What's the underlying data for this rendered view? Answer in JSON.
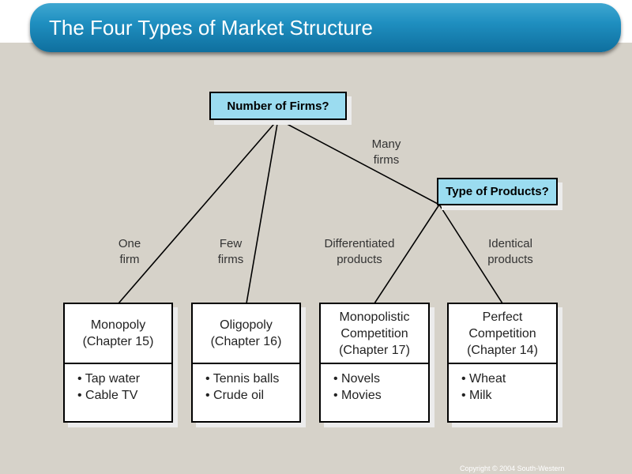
{
  "title": "The Four Types of Market Structure",
  "question_firms": "Number of Firms?",
  "question_products": "Type of Products?",
  "branches": {
    "many_firms": [
      "Many",
      "firms"
    ],
    "one_firm": [
      "One",
      "firm"
    ],
    "few_firms": [
      "Few",
      "firms"
    ],
    "differentiated": [
      "Differentiated",
      "products"
    ],
    "identical": [
      "Identical",
      "products"
    ]
  },
  "markets": [
    {
      "name_lines": [
        "Monopoly",
        "(Chapter 15)"
      ],
      "examples": [
        "• Tap water",
        "• Cable TV"
      ]
    },
    {
      "name_lines": [
        "Oligopoly",
        "(Chapter 16)"
      ],
      "examples": [
        "• Tennis balls",
        "• Crude oil"
      ]
    },
    {
      "name_lines": [
        "Monopolistic",
        "Competition",
        "(Chapter 17)"
      ],
      "examples": [
        "• Novels",
        "• Movies"
      ]
    },
    {
      "name_lines": [
        "Perfect",
        "Competition",
        "(Chapter 14)"
      ],
      "examples": [
        "• Wheat",
        "• Milk"
      ]
    }
  ],
  "copyright": "Copyright © 2004  South-Western"
}
